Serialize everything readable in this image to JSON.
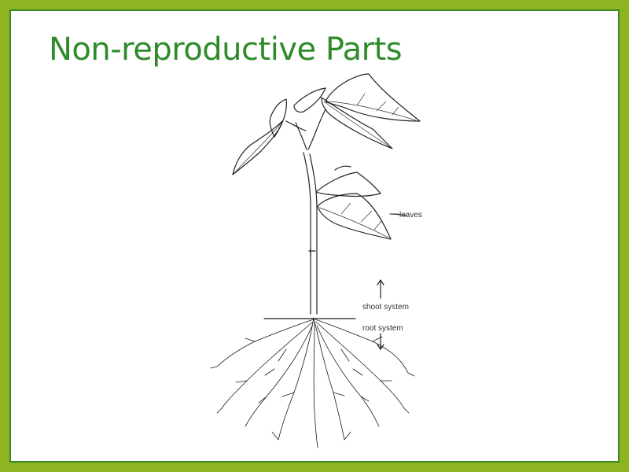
{
  "slide": {
    "title": "Non-reproductive Parts",
    "frame_color": "#8fb422",
    "border_color": "#3c8a26",
    "title_color": "#2e8b2a"
  },
  "diagram": {
    "labels": {
      "leaves": "leaves",
      "shoot": "shoot system",
      "root": "root system"
    }
  }
}
